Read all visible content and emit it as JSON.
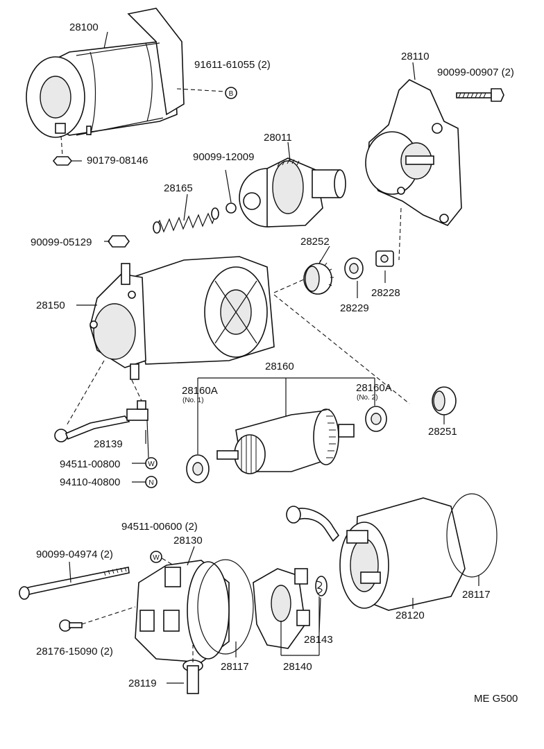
{
  "labels": {
    "p28100": "28100",
    "p91611": "91611-61055 (2)",
    "p28110": "28110",
    "p90099_00907": "90099-00907 (2)",
    "p90179": "90179-08146",
    "p90099_12009": "90099-12009",
    "p28011": "28011",
    "p28165": "28165",
    "p90099_05129": "90099-05129",
    "p28252": "28252",
    "p28228": "28228",
    "p28229": "28229",
    "p28150": "28150",
    "p28160": "28160",
    "p28160A_1": "28160A",
    "p28160A_1_sub": "(No. 1)",
    "p28160A_2": "28160A",
    "p28160A_2_sub": "(No. 2)",
    "p28251": "28251",
    "p28139": "28139",
    "p94511_00800": "94511-00800",
    "p94110": "94110-40800",
    "p94511_00600": "94511-00600 (2)",
    "p28130": "28130",
    "p90099_04974": "90099-04974 (2)",
    "p28117a": "28117",
    "p28117b": "28117",
    "p28120": "28120",
    "p28143": "28143",
    "p28176": "28176-15090 (2)",
    "p28140": "28140",
    "p28119": "28119",
    "code": "ME  G500"
  },
  "markers": {
    "B": "B",
    "W1": "W",
    "N": "N",
    "W2": "W"
  }
}
